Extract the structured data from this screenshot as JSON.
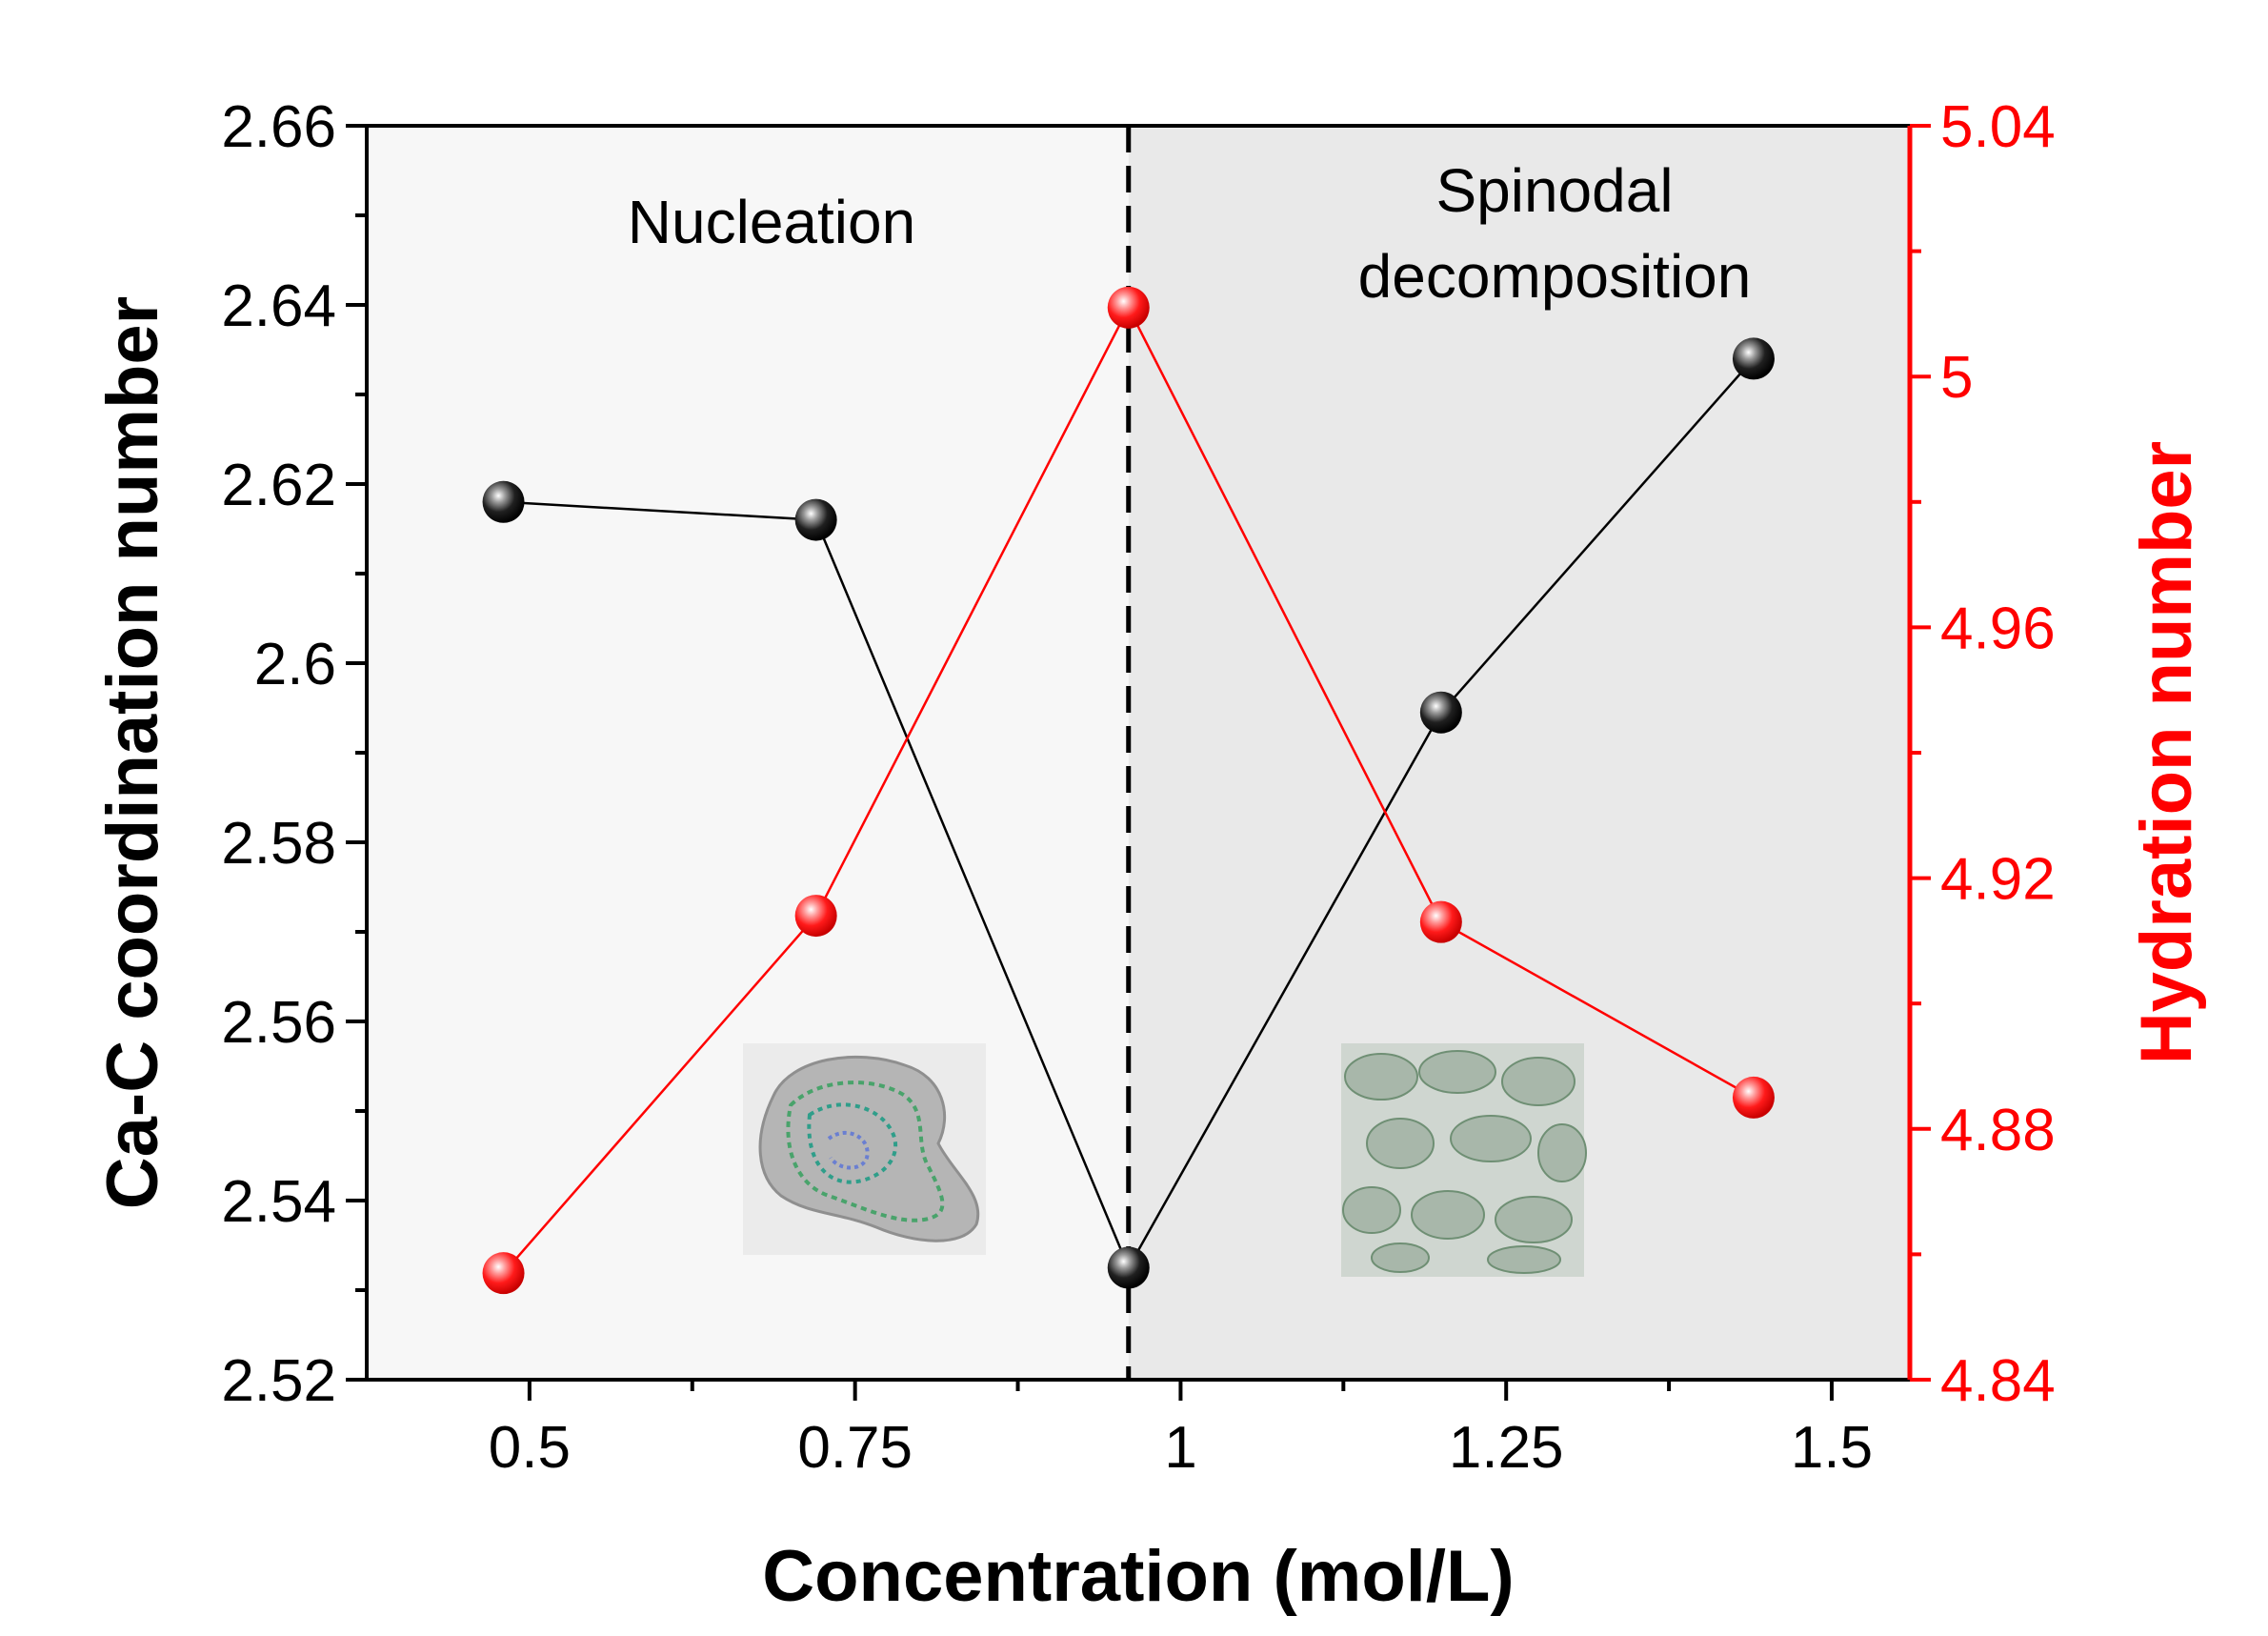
{
  "chart_data": {
    "type": "line",
    "xlabel": "Concentration (mol/L)",
    "ylabel_left": "Ca-C coordination number",
    "ylabel_right": "Hydration number",
    "xlim": [
      0.375,
      1.56
    ],
    "ylim_left": [
      2.52,
      2.66
    ],
    "ylim_right": [
      4.84,
      5.04
    ],
    "x_ticks": [
      {
        "value": 0.5,
        "label": "0.5"
      },
      {
        "value": 0.75,
        "label": "0.75"
      },
      {
        "value": 1.0,
        "label": "1"
      },
      {
        "value": 1.25,
        "label": "1.25"
      },
      {
        "value": 1.5,
        "label": "1.5"
      }
    ],
    "y_ticks_left": [
      {
        "value": 2.52,
        "label": "2.52"
      },
      {
        "value": 2.54,
        "label": "2.54"
      },
      {
        "value": 2.56,
        "label": "2.56"
      },
      {
        "value": 2.58,
        "label": "2.58"
      },
      {
        "value": 2.6,
        "label": "2.6"
      },
      {
        "value": 2.62,
        "label": "2.62"
      },
      {
        "value": 2.64,
        "label": "2.64"
      },
      {
        "value": 2.66,
        "label": "2.66"
      }
    ],
    "y_ticks_right": [
      {
        "value": 4.84,
        "label": "4.84"
      },
      {
        "value": 4.88,
        "label": "4.88"
      },
      {
        "value": 4.92,
        "label": "4.92"
      },
      {
        "value": 4.96,
        "label": "4.96"
      },
      {
        "value": 5.0,
        "label": "5"
      },
      {
        "value": 5.04,
        "label": "5.04"
      }
    ],
    "divider_x": 0.96,
    "regions": [
      {
        "label_lines": [
          "Nucleation"
        ],
        "x_range": [
          0.375,
          0.96
        ],
        "color": "#f7f7f7"
      },
      {
        "label_lines": [
          "Spinodal",
          "decomposition"
        ],
        "x_range": [
          0.96,
          1.56
        ],
        "color": "#e9e9e9"
      }
    ],
    "series": [
      {
        "axis": "left",
        "color": "#000000",
        "x": [
          0.48,
          0.72,
          0.96,
          1.2,
          1.44
        ],
        "y": [
          2.618,
          2.616,
          2.5325,
          2.5945,
          2.634
        ]
      },
      {
        "axis": "right",
        "color": "#ff0000",
        "x": [
          0.48,
          0.72,
          0.96,
          1.2,
          1.44
        ],
        "y": [
          4.857,
          4.914,
          5.011,
          4.913,
          4.885
        ]
      }
    ],
    "grid": false,
    "legend": "none"
  },
  "colors": {
    "left_axis": "#000000",
    "right_axis": "#ff0000",
    "divider": "#000000"
  }
}
